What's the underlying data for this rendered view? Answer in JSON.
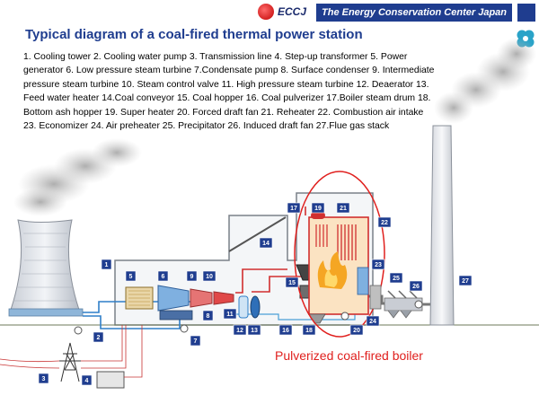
{
  "header": {
    "logo_text": "ECCJ",
    "org_name": "The Energy Conservation Center Japan"
  },
  "title": "Typical diagram of a coal-fired thermal power station",
  "legend_text": "1. Cooling tower  2. Cooling water pump  3. Transmission line  4. Step-up transformer  5. Power generator 6. Low pressure steam turbine  7.Condensate pump 8. Surface condenser 9. Intermediate pressure steam turbine 10. Steam control valve 11. High pressure steam turbine 12. Deaerator 13. Feed water heater 14.Coal conveyor 15. Coal hopper 16. Coal pulverizer 17.Boiler steam drum 18. Bottom ash hopper 19. Super heater 20. Forced draft fan 21. Reheater 22. Combustion air intake 23. Economizer 24. Air preheater 25. Precipitator 26. Induced draft fan 27.Flue gas stack",
  "caption": "Pulverized coal-fired boiler",
  "labels": [
    "1",
    "2",
    "3",
    "4",
    "5",
    "6",
    "7",
    "8",
    "9",
    "10",
    "11",
    "12",
    "13",
    "14",
    "15",
    "16",
    "17",
    "18",
    "19",
    "20",
    "21",
    "22",
    "23",
    "24",
    "25",
    "26",
    "27"
  ],
  "colors": {
    "label_box": "#1f3d8f",
    "boiler_outline": "#e0201e",
    "water_pipe": "#2f7fc8",
    "steam_pipe": "#d12f2f",
    "flame": "#f5a623"
  }
}
